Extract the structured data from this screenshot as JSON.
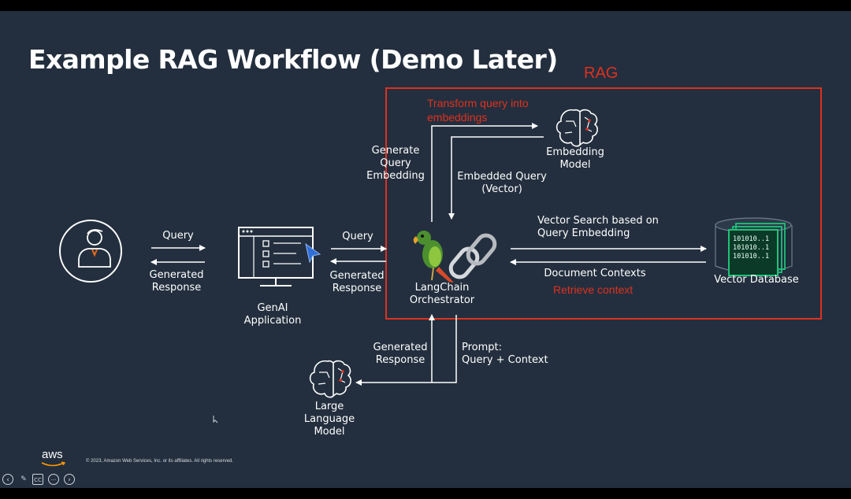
{
  "slide": {
    "title": "Example RAG Workflow (Demo Later)",
    "rag_label": "RAG",
    "copyright": "© 2023, Amazon Web Services, Inc. or its affiliates. All rights reserved.",
    "aws_logo_text": "aws",
    "accent_color": "#e0301e",
    "background_color": "#232f3e",
    "database_color": "#1fc27a"
  },
  "nodes": {
    "user": {
      "icon": "user-avatar-icon"
    },
    "genai_app": {
      "label": "GenAI\nApplication",
      "icon": "browser-window-icon"
    },
    "langchain": {
      "label": "LangChain\nOrchestrator",
      "icons": [
        "parrot-icon",
        "chain-link-icon"
      ]
    },
    "embedding_model": {
      "label": "Embedding\nModel",
      "icon": "brain-icon"
    },
    "vector_db": {
      "label": "Vector Database",
      "icon": "database-icon",
      "binary_lines": [
        "101010..1",
        "101010..1",
        "101010..1"
      ]
    },
    "llm": {
      "label": "Large\nLanguage\nModel",
      "icon": "brain-icon"
    }
  },
  "edges": {
    "user_query": "Query",
    "user_response": "Generated\nResponse",
    "app_query": "Query",
    "app_response": "Generated\nResponse",
    "generate_query_embedding": "Generate\nQuery\nEmbedding",
    "embedded_query": "Embedded Query\n(Vector)",
    "vector_search": "Vector Search based on\nQuery Embedding",
    "document_contexts": "Document Contexts",
    "llm_response": "Generated\nResponse",
    "prompt": "Prompt:\nQuery + Context"
  },
  "annotations": {
    "transform": "Transform query into\nembeddings",
    "retrieve": "Retrieve context"
  },
  "toolbar": {
    "back": "‹",
    "pen": "✎",
    "captions": "CC",
    "more": "···",
    "forward": "›"
  }
}
